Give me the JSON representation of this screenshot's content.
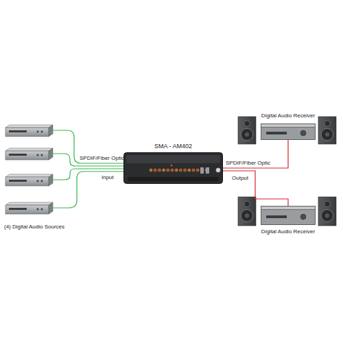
{
  "diagram": {
    "nodes": [
      {
        "text": [
          "SMA - AM402"
        ]
      },
      {
        "text": [
          "Digital Audio Receiver"
        ]
      },
      {
        "text": [
          "Digital Audio Receiver"
        ]
      }
    ],
    "edges": [
      {
        "from": 0,
        "to": 1,
        "arrow": "none"
      },
      {
        "from": 0,
        "to": 2,
        "arrow": "none"
      }
    ],
    "labels": [
      "SPDIF/Fiber Optic",
      "Input",
      "(4) Digital Audio Sources",
      "SPDIF/Fiber Optic",
      "Output"
    ]
  }
}
